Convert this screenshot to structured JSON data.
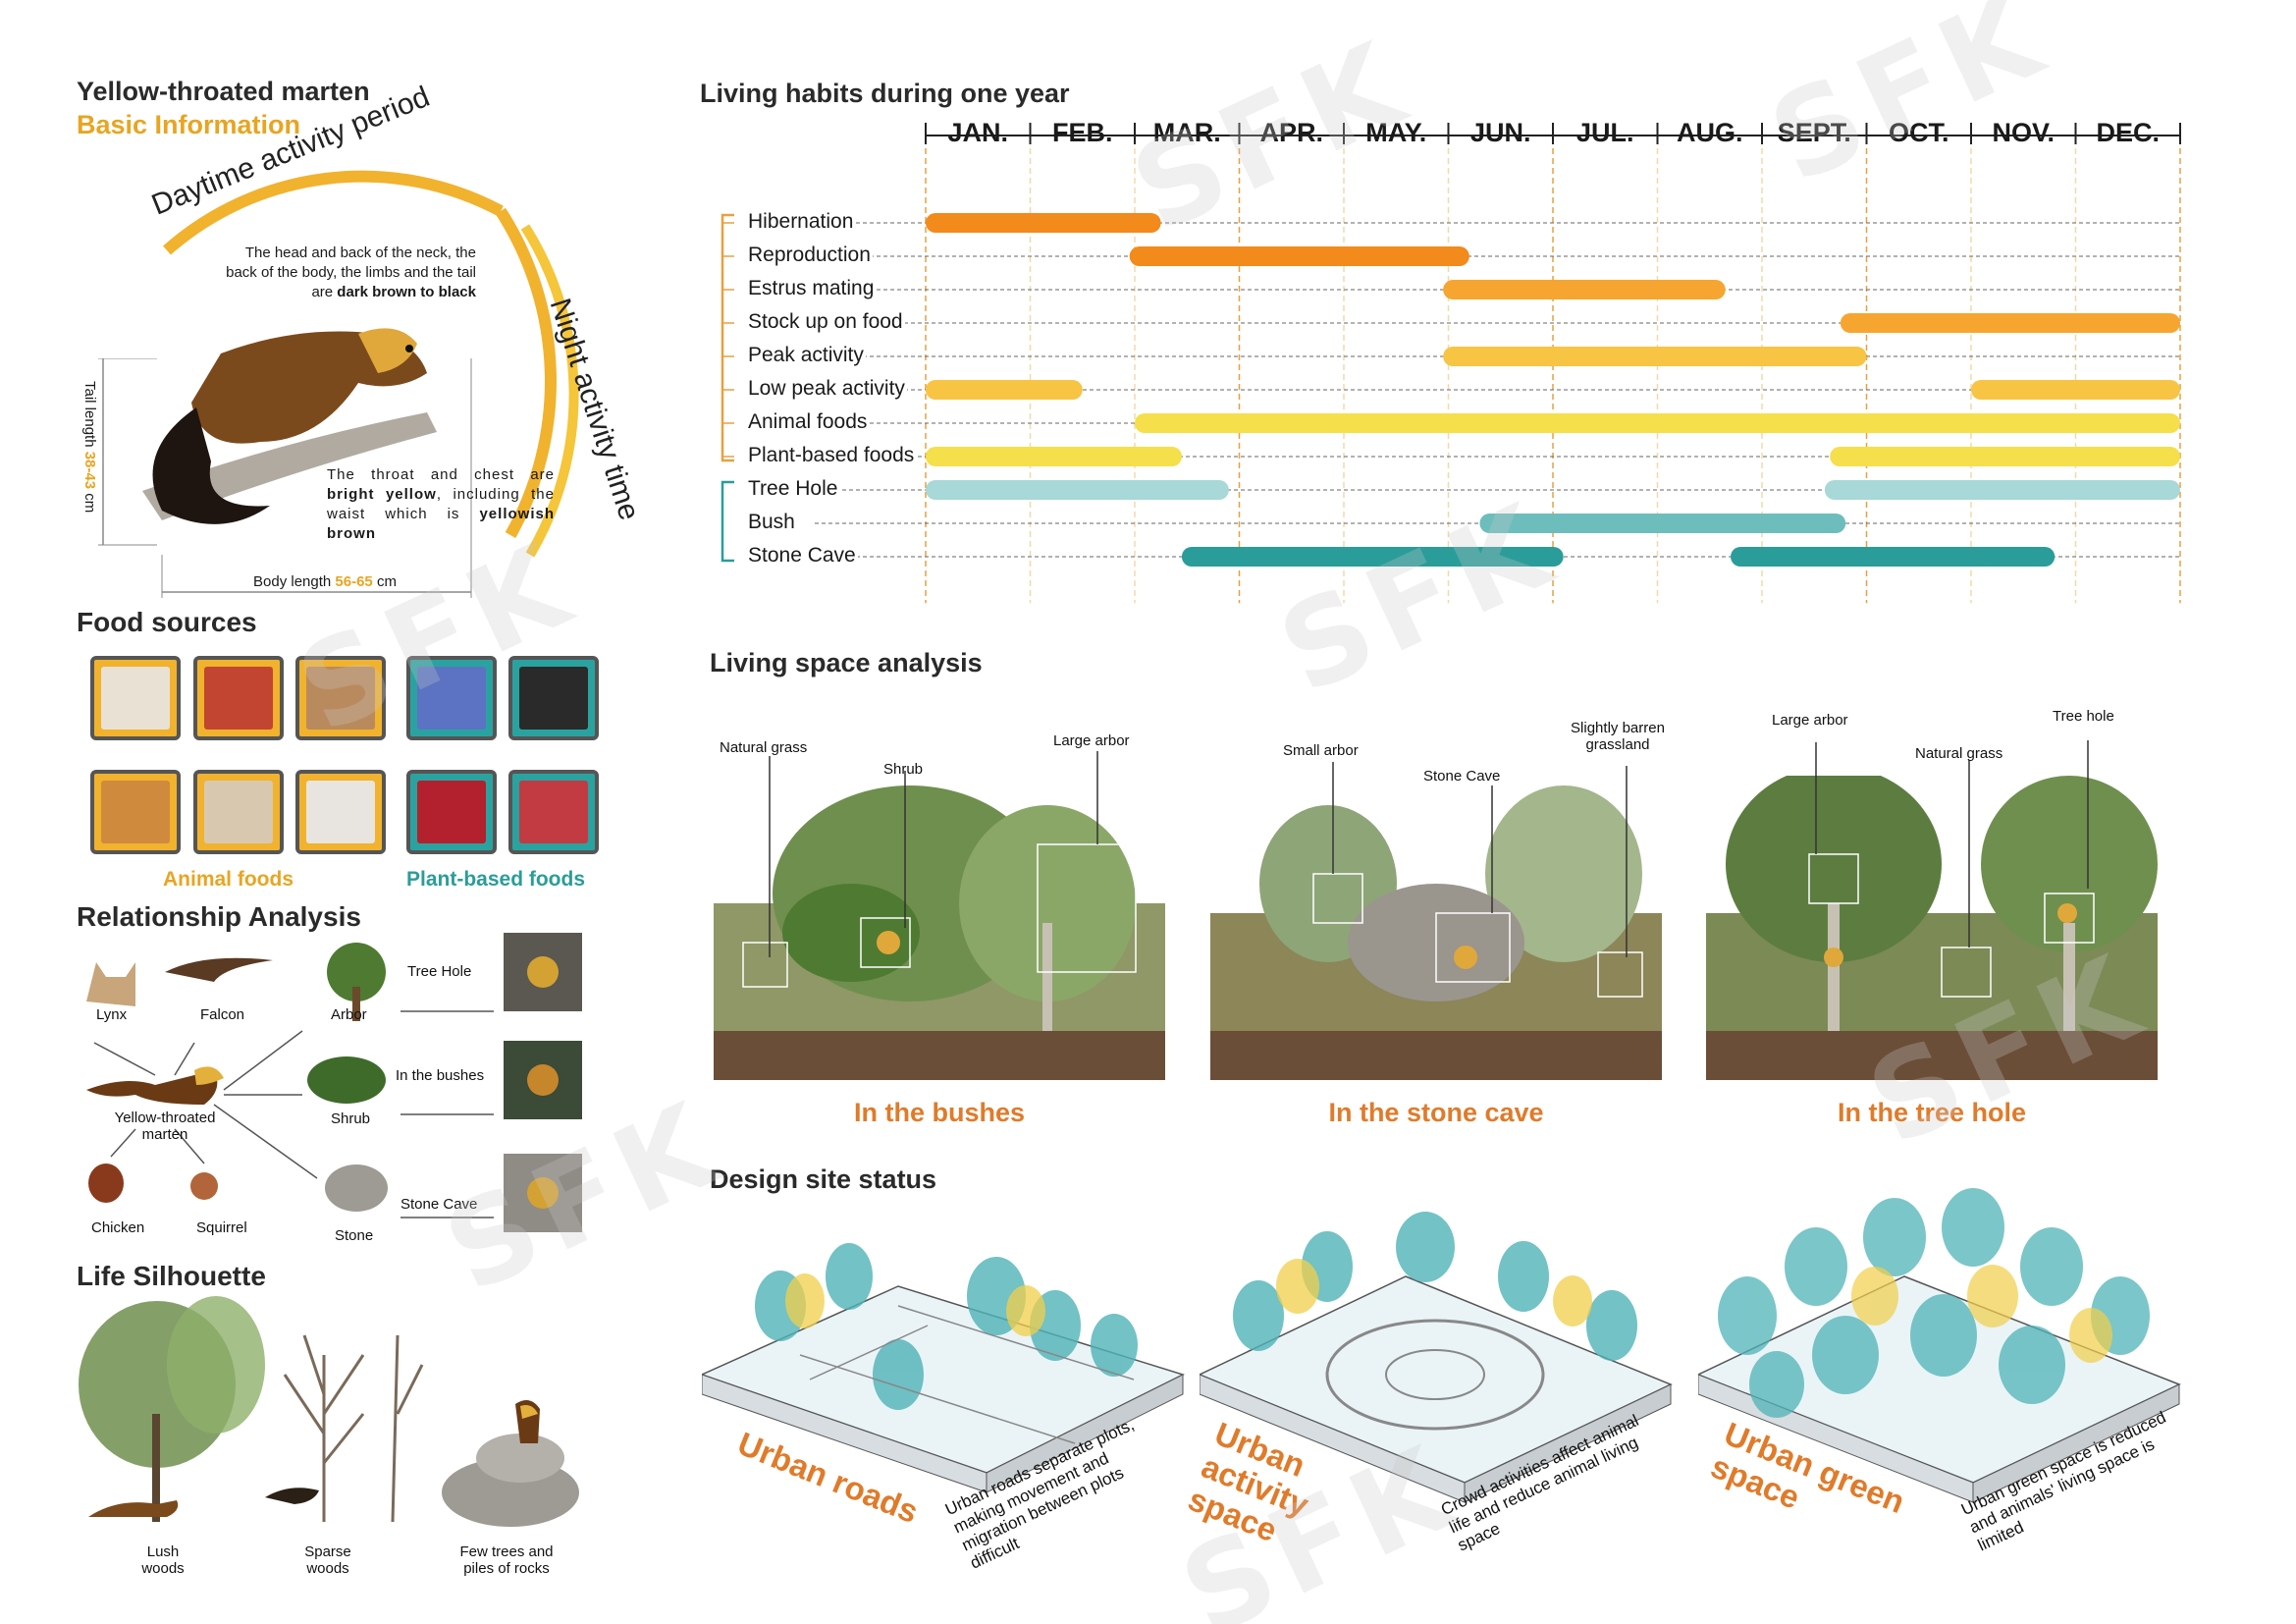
{
  "species": {
    "name": "Yellow-throated marten",
    "basic_info": "Basic Information",
    "arc_day": "Daytime activity period",
    "arc_night": "Night activity time",
    "desc_neck_1": "The head and back of the neck, the back of the body, the limbs and the tail are ",
    "desc_neck_bold": "dark brown to black",
    "desc_throat_1": "The throat and chest are ",
    "desc_throat_bold1": "bright yellow",
    "desc_throat_2": ", including the waist which is ",
    "desc_throat_bold2": "yellowish brown",
    "tail_label": "Tail length ",
    "tail_value": "38-43",
    "tail_unit": " cm",
    "body_label": "Body length ",
    "body_value": "56-65",
    "body_unit": " cm"
  },
  "food": {
    "title": "Food sources",
    "animal_label": "Animal foods",
    "plant_label": "Plant-based foods",
    "animal_items": [
      "antelope-icon",
      "pheasant-icon",
      "weasel-icon",
      "squirrel-icon",
      "flying-squirrel-icon",
      "bird-icon"
    ],
    "plant_items": [
      "blueberry-icon",
      "mulberry-icon",
      "cranberry-icon",
      "raspberry-icon"
    ]
  },
  "relationship": {
    "title": "Relationship Analysis",
    "nodes": {
      "lynx": "Lynx",
      "falcon": "Falcon",
      "arbor": "Arbor",
      "tree_hole": "Tree Hole",
      "marten": "Yellow-throated marten",
      "shrub": "Shrub",
      "in_bushes": "In the bushes",
      "chicken": "Chicken",
      "squirrel": "Squirrel",
      "stone": "Stone",
      "stone_cave": "Stone Cave"
    }
  },
  "silhouette": {
    "title": "Life Silhouette",
    "items": [
      "Lush woods",
      "Sparse woods",
      "Few trees and piles of rocks"
    ]
  },
  "habits": {
    "title": "Living habits during one year",
    "months": [
      "JAN.",
      "FEB.",
      "MAR.",
      "APR.",
      "MAY.",
      "JUN.",
      "JUL.",
      "AUG.",
      "SEPT.",
      "OCT.",
      "NOV.",
      "DEC."
    ],
    "rows": [
      {
        "label": "Hibernation",
        "color": "#f28a1c",
        "ranges": [
          [
            0,
            2.25
          ]
        ]
      },
      {
        "label": "Reproduction",
        "color": "#f28a1c",
        "ranges": [
          [
            1.95,
            5.2
          ]
        ]
      },
      {
        "label": "Estrus mating",
        "color": "#f6a630",
        "ranges": [
          [
            4.95,
            7.65
          ]
        ]
      },
      {
        "label": "Stock up on food",
        "color": "#f6a630",
        "ranges": [
          [
            8.75,
            12
          ]
        ]
      },
      {
        "label": "Peak activity",
        "color": "#f7c444",
        "ranges": [
          [
            4.95,
            9.0
          ]
        ]
      },
      {
        "label": "Low peak activity",
        "color": "#f7c444",
        "ranges": [
          [
            0,
            1.5
          ],
          [
            10.0,
            12
          ]
        ]
      },
      {
        "label": "Animal foods",
        "color": "#f5df4a",
        "ranges": [
          [
            2.0,
            12
          ]
        ]
      },
      {
        "label": "Plant-based foods",
        "color": "#f5df4a",
        "ranges": [
          [
            0,
            2.45
          ],
          [
            8.65,
            12
          ]
        ]
      },
      {
        "label": "Tree Hole",
        "color": "#a8d8d8",
        "ranges": [
          [
            0,
            2.9
          ],
          [
            8.6,
            12
          ]
        ]
      },
      {
        "label": "Bush",
        "color": "#6dbdbd",
        "ranges": [
          [
            5.3,
            8.8
          ]
        ]
      },
      {
        "label": "Stone Cave",
        "color": "#2a9d9a",
        "ranges": [
          [
            2.45,
            6.1
          ],
          [
            7.7,
            10.8
          ]
        ]
      }
    ]
  },
  "space": {
    "title": "Living space analysis",
    "scenes": [
      {
        "title": "In the bushes",
        "labels": [
          "Natural grass",
          "Shrub",
          "Large arbor"
        ]
      },
      {
        "title": "In the stone cave",
        "labels": [
          "Small arbor",
          "Stone Cave",
          "Slightly barren grassland"
        ]
      },
      {
        "title": "In the tree hole",
        "labels": [
          "Large arbor",
          "Natural grass",
          "Tree hole"
        ]
      }
    ]
  },
  "design": {
    "title": "Design site status",
    "sites": [
      {
        "title": "Urban roads",
        "desc": "Urban roads separate plots, making movement and migration between plots difficult"
      },
      {
        "title": "Urban activity space",
        "desc": "Crowd activities affect animal life and reduce animal living space"
      },
      {
        "title": "Urban green space",
        "desc": "Urban green space is reduced and animals' living space is limited"
      }
    ]
  },
  "colors": {
    "accent_orange": "#e8a522",
    "accent_teal": "#2a9d9a",
    "title_orange": "#e07b2a"
  }
}
